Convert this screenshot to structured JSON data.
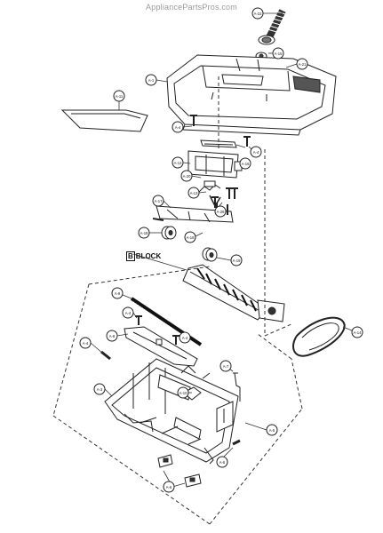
{
  "watermark": "AppliancePartsPros.com",
  "block_label": {
    "letter": "B",
    "word": "BLOCK"
  },
  "callouts": [
    {
      "id": "c1",
      "text": "A-22"
    },
    {
      "id": "c2",
      "text": "A-15"
    },
    {
      "id": "c3",
      "text": "A-21"
    },
    {
      "id": "c4",
      "text": "A-1"
    },
    {
      "id": "c5",
      "text": "A-11"
    },
    {
      "id": "c6",
      "text": "A-4"
    },
    {
      "id": "c7",
      "text": "A-4"
    },
    {
      "id": "c8",
      "text": "A-16"
    },
    {
      "id": "c9",
      "text": "A-12"
    },
    {
      "id": "c10",
      "text": "A-20"
    },
    {
      "id": "c11",
      "text": "A-13"
    },
    {
      "id": "c12",
      "text": "A-26"
    },
    {
      "id": "c13",
      "text": "A-17"
    },
    {
      "id": "c14",
      "text": "A-18"
    },
    {
      "id": "c15",
      "text": "A-18"
    },
    {
      "id": "c16",
      "text": "A-19"
    },
    {
      "id": "c17",
      "text": "A-9"
    },
    {
      "id": "c18",
      "text": "A-4"
    },
    {
      "id": "c19",
      "text": "A-8"
    },
    {
      "id": "c20",
      "text": "A-4"
    },
    {
      "id": "c21",
      "text": "A-4"
    },
    {
      "id": "c22",
      "text": "A-7"
    },
    {
      "id": "c23",
      "text": "A-3"
    },
    {
      "id": "c24",
      "text": "A-10"
    },
    {
      "id": "c25",
      "text": "A-14"
    },
    {
      "id": "c26",
      "text": "A-5"
    },
    {
      "id": "c27",
      "text": "A-6"
    },
    {
      "id": "c28",
      "text": "A-6"
    }
  ]
}
